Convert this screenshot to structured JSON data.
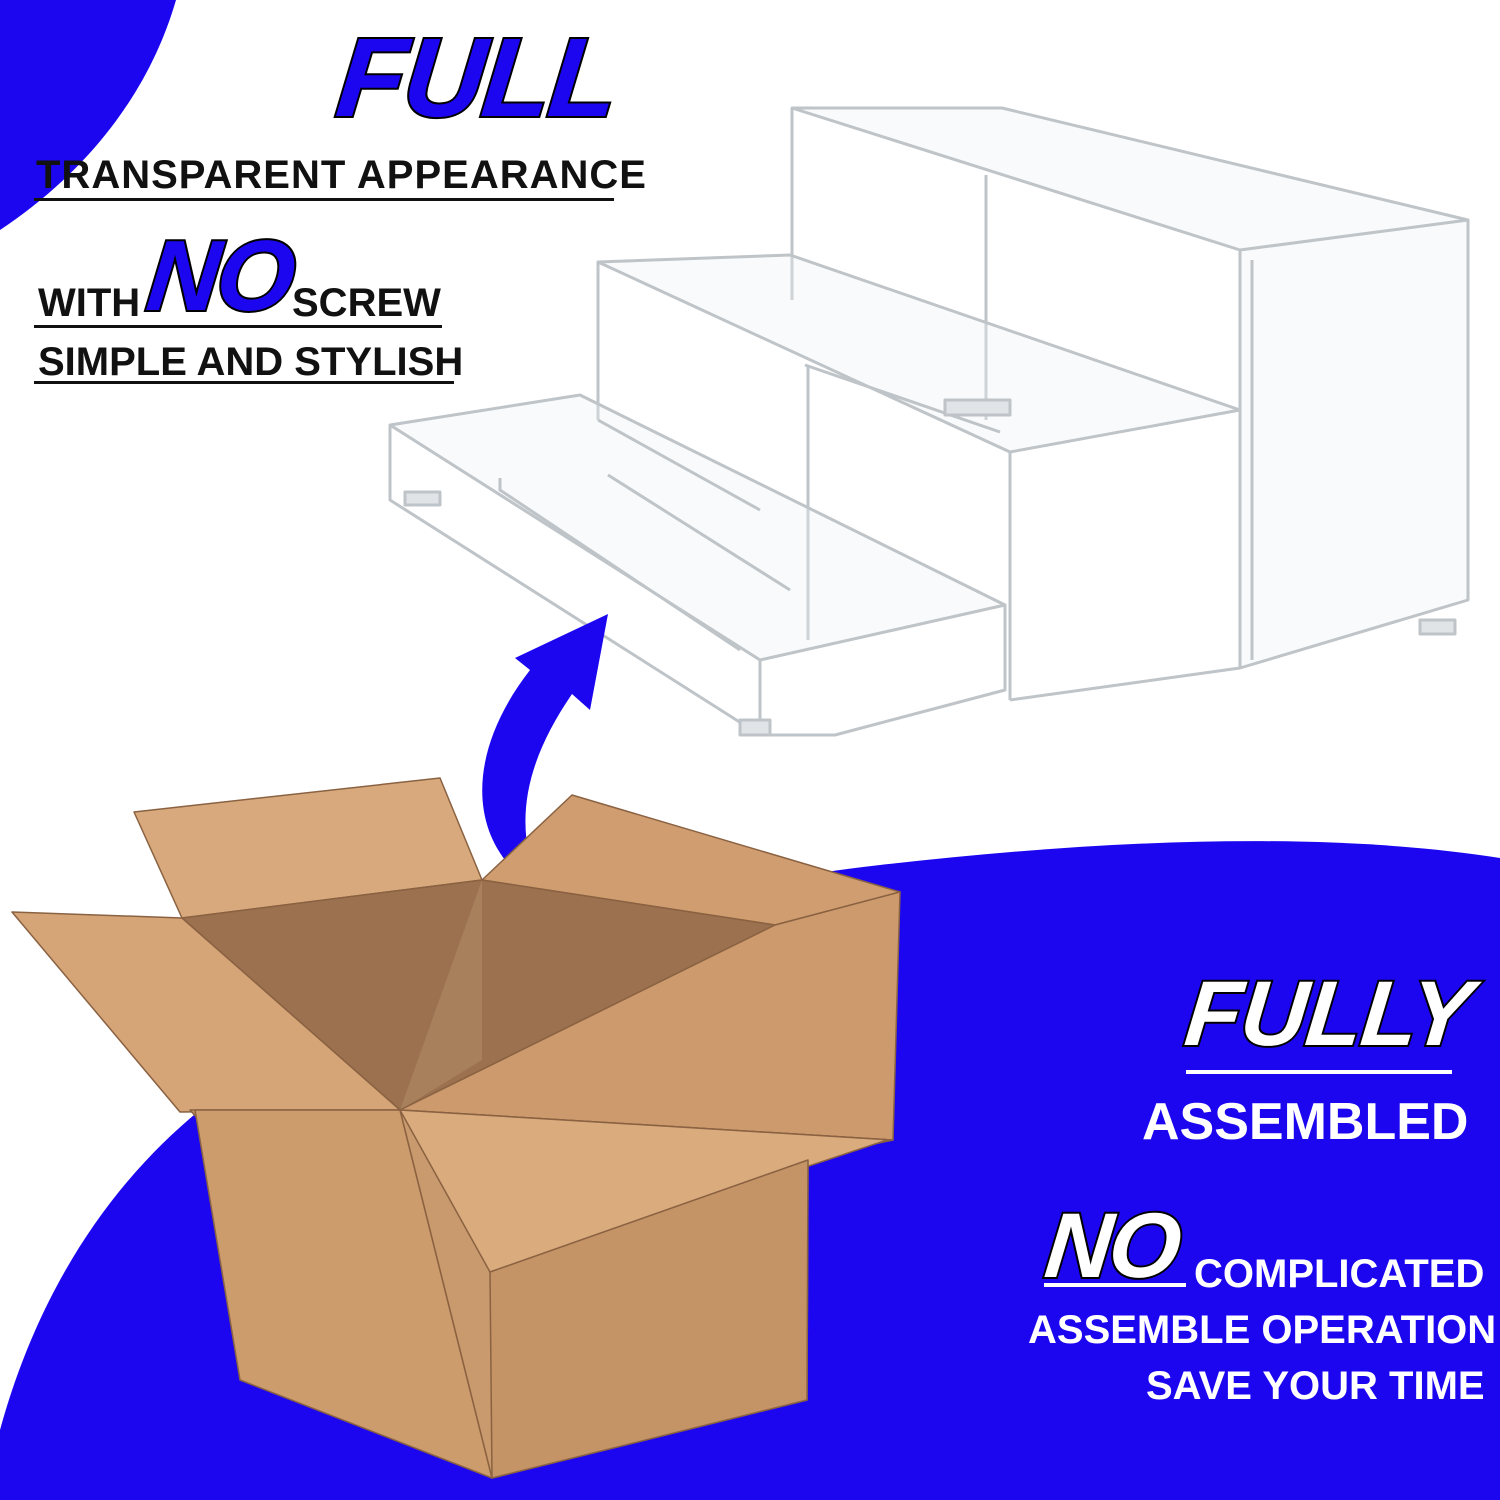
{
  "colors": {
    "accent_blue": "#1c06f0",
    "cardboard": "#c99a6d",
    "cardboard_dark": "#9b7150",
    "text_dark": "#111111",
    "text_light": "#ffffff"
  },
  "top_block": {
    "full": "FULL",
    "transparent_appearance": "TRANSPARENT  APPEARANCE",
    "with": "WITH",
    "no": "NO",
    "screw": "SCREW",
    "simple_and_stylish": "SIMPLE AND STYLISH"
  },
  "bottom_block": {
    "fully": "FULLY",
    "assembled": "ASSEMBLED",
    "no": "NO",
    "complicated": "COMPLICATED",
    "assemble_operation": "ASSEMBLE OPERATION",
    "save_your_time": "SAVE YOUR TIME"
  },
  "icons": {
    "arrow": "curved-arrow-icon",
    "box": "open-cardboard-box",
    "product": "three-tier-acrylic-riser"
  }
}
